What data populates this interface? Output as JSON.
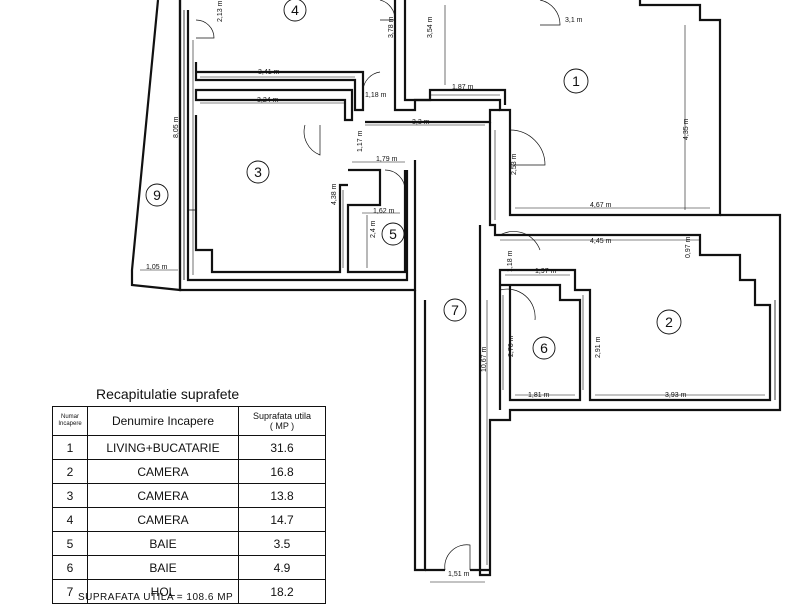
{
  "rooms": [
    {
      "id": "1",
      "label": "1"
    },
    {
      "id": "2",
      "label": "2"
    },
    {
      "id": "3",
      "label": "3"
    },
    {
      "id": "4",
      "label": "4"
    },
    {
      "id": "5",
      "label": "5"
    },
    {
      "id": "6",
      "label": "6"
    },
    {
      "id": "7",
      "label": "7"
    },
    {
      "id": "9",
      "label": "9"
    }
  ],
  "dimensions": [
    "2,13 m",
    "3,78 m",
    "3,54 m",
    "3,1 m",
    "3,41 m",
    "1,87 m",
    "3,24 m",
    "1,18 m",
    "8,05 m",
    "4,35 m",
    "3,3 m",
    "1,17 m",
    "2,53 m",
    "1,79 m",
    "4,38 m",
    "1,62 m",
    "4,67 m",
    "2,4 m",
    "4,45 m",
    "0,97 m",
    "1,18 m",
    "1,05 m",
    "1,97 m",
    "2,91 m",
    "10,67 m",
    "2,76 m",
    "1,81 m",
    "3,93 m",
    "1,51 m"
  ],
  "recap": {
    "title": "Recapitulatie suprafete",
    "col_num_line1": "Numar",
    "col_num_line2": "Incapere",
    "col_name": "Denumire Incapere",
    "col_area_line1": "Suprafata utila",
    "col_area_line2": "( MP )",
    "rows": [
      {
        "num": "1",
        "name": "LIVING+BUCATARIE",
        "area": "31.6"
      },
      {
        "num": "2",
        "name": "CAMERA",
        "area": "16.8"
      },
      {
        "num": "3",
        "name": "CAMERA",
        "area": "13.8"
      },
      {
        "num": "4",
        "name": "CAMERA",
        "area": "14.7"
      },
      {
        "num": "5",
        "name": "BAIE",
        "area": "3.5"
      },
      {
        "num": "6",
        "name": "BAIE",
        "area": "4.9"
      },
      {
        "num": "7",
        "name": "HOL",
        "area": "18.2"
      }
    ],
    "total": "SUPRAFATA UTILA = 108.6 MP"
  }
}
